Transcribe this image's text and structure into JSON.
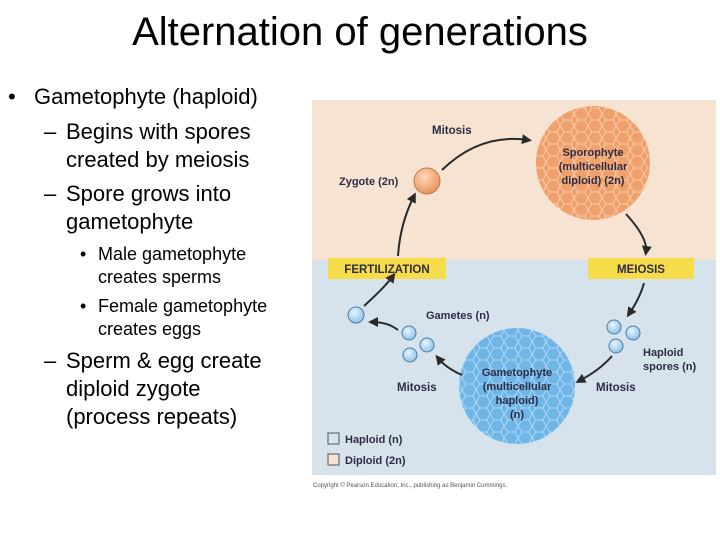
{
  "title": "Alternation of generations",
  "bullets": {
    "b1": "Gametophyte (haploid)",
    "b1_1_line1": "Begins with spores",
    "b1_1_line2": "created by meiosis",
    "b1_2_line1": "Spore grows into",
    "b1_2_line2": "gametophyte",
    "b1_2_1_line1": "Male gametophyte",
    "b1_2_1_line2": "creates sperms",
    "b1_2_2_line1": "Female gametophyte",
    "b1_2_2_line2": "creates eggs",
    "b1_3_line1": "Sperm & egg create",
    "b1_3_line2": "diploid zygote",
    "b1_3_line3": "(process repeats)"
  },
  "diagram": {
    "mitosis_top": "Mitosis",
    "zygote": "Zygote (2n)",
    "sporophyte_line1": "Sporophyte",
    "sporophyte_line2": "(multicellular",
    "sporophyte_line3": "diploid) (2n)",
    "fertilization": "FERTILIZATION",
    "meiosis": "MEIOSIS",
    "gametes": "Gametes (n)",
    "haploid_spores_line1": "Haploid",
    "haploid_spores_line2": "spores (n)",
    "mitosis_left": "Mitosis",
    "mitosis_right": "Mitosis",
    "gametophyte_line1": "Gametophyte",
    "gametophyte_line2": "(multicellular",
    "gametophyte_line3": "haploid)",
    "gametophyte_line4": "(n)",
    "legend_haploid": "Haploid (n)",
    "legend_diploid": "Diploid (2n)",
    "copyright": "Copyright © Pearson Education, Inc., publishing as Benjamin Cummings."
  },
  "colors": {
    "diploid_bg": "#f6e3d1",
    "haploid_bg": "#d6e3ec",
    "sporophyte": "#f0a06a",
    "gametophyte": "#6fb6e8",
    "band": "#f7dc4a",
    "arrow": "#2a2a2a"
  }
}
